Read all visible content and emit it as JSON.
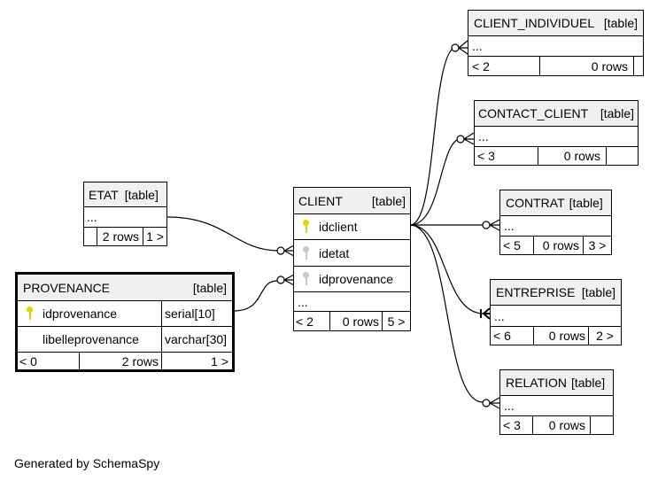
{
  "tables": {
    "client_individuel": {
      "name": "CLIENT_INDIVIDUEL",
      "tag": "[table]",
      "ellipsis": "...",
      "parents": "< 2",
      "rows": "0 rows"
    },
    "contact_client": {
      "name": "CONTACT_CLIENT",
      "tag": "[table]",
      "ellipsis": "...",
      "parents": "< 3",
      "rows": "0 rows"
    },
    "contrat": {
      "name": "CONTRAT",
      "tag": "[table]",
      "ellipsis": "...",
      "parents": "< 5",
      "rows": "0 rows",
      "children": "3 >"
    },
    "entreprise": {
      "name": "ENTREPRISE",
      "tag": "[table]",
      "ellipsis": "...",
      "parents": "< 6",
      "rows": "0 rows",
      "children": "2 >"
    },
    "relation": {
      "name": "RELATION",
      "tag": "[table]",
      "ellipsis": "...",
      "parents": "< 3",
      "rows": "0 rows"
    },
    "etat": {
      "name": "ETAT",
      "tag": "[table]",
      "ellipsis": "...",
      "rows": "2 rows",
      "children": "1 >"
    },
    "client": {
      "name": "CLIENT",
      "tag": "[table]",
      "columns": [
        {
          "name": "idclient",
          "key": "pk-icon"
        },
        {
          "name": "idetat",
          "key": "fk-icon"
        },
        {
          "name": "idprovenance",
          "key": "fk-icon"
        }
      ],
      "ellipsis": "...",
      "parents": "< 2",
      "rows": "0 rows",
      "children": "5 >"
    },
    "provenance": {
      "name": "PROVENANCE",
      "tag": "[table]",
      "columns": [
        {
          "name": "idprovenance",
          "type": "serial[10]",
          "key": "pk-icon"
        },
        {
          "name": "libelleprovenance",
          "type": "varchar[30]"
        }
      ],
      "parents": "< 0",
      "rows": "2 rows",
      "children": "1 >"
    }
  },
  "footer": "Generated by SchemaSpy"
}
